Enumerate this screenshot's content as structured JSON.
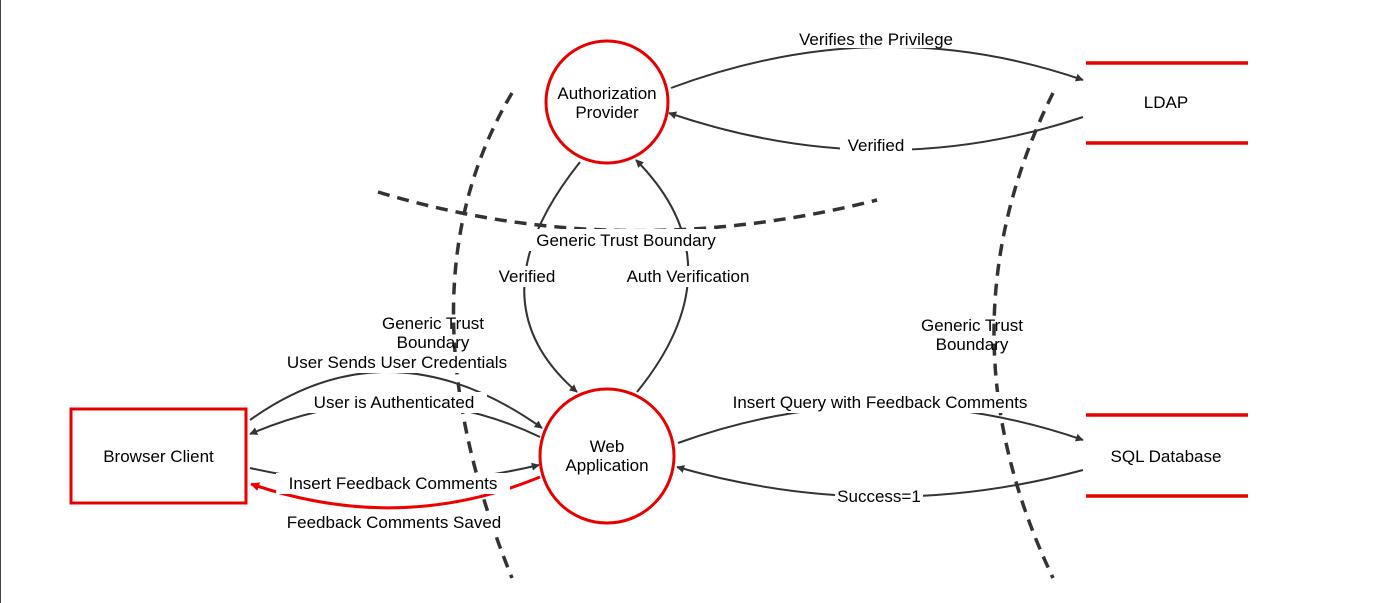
{
  "colors": {
    "accent": "#e60000",
    "line": "#333333",
    "text": "#000000"
  },
  "nodes": {
    "browser_client": "Browser Client",
    "web_application": [
      "Web",
      "Application"
    ],
    "authorization_provider": [
      "Authorization",
      "Provider"
    ],
    "ldap": "LDAP",
    "sql_database": "SQL Database"
  },
  "flows": {
    "verifies_privilege": "Verifies the Privilege",
    "ldap_verified": "Verified",
    "auth_verified": "Verified",
    "auth_verification": "Auth Verification",
    "user_sends_credentials": "User Sends User Credentials",
    "user_authenticated": "User is Authenticated",
    "insert_feedback": "Insert Feedback Comments",
    "feedback_saved": "Feedback Comments Saved",
    "insert_query": "Insert Query with Feedback Comments",
    "success": "Success=1"
  },
  "boundaries": {
    "top": "Generic Trust Boundary",
    "left": [
      "Generic Trust",
      "Boundary"
    ],
    "right": [
      "Generic Trust",
      "Boundary"
    ]
  }
}
